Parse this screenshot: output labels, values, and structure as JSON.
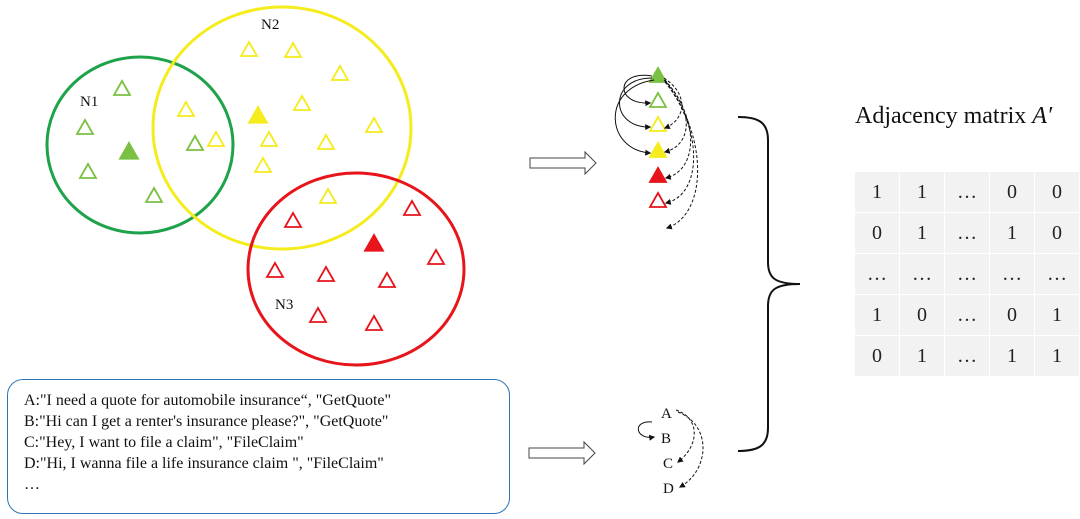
{
  "clusters": [
    {
      "id": "N1",
      "label": "N1",
      "color": "#1fa34a"
    },
    {
      "id": "N2",
      "label": "N2",
      "color": "#f4ec1c"
    },
    {
      "id": "N3",
      "label": "N3",
      "color": "#e8141b"
    }
  ],
  "colors": {
    "n1_triangle": "#7ac143",
    "n2_triangle": "#f4ec1c",
    "n3_triangle": "#e8141b",
    "brace": "#111111",
    "box_border": "#2e75b6"
  },
  "edge_letters": [
    "A",
    "B",
    "C",
    "D"
  ],
  "matrix": {
    "title_text": "Adjacency matrix ",
    "title_symbol": "A′",
    "rows": [
      [
        "1",
        "1",
        "…",
        "0",
        "0"
      ],
      [
        "0",
        "1",
        "…",
        "1",
        "0"
      ],
      [
        "…",
        "…",
        "…",
        "…",
        "…"
      ],
      [
        "1",
        "0",
        "…",
        "0",
        "1"
      ],
      [
        "0",
        "1",
        "…",
        "1",
        "1"
      ]
    ]
  },
  "utterances": [
    "A:\"I need a quote for automobile insurance“, \"GetQuote\"",
    "B:\"Hi can I get a renter's insurance please?\", \"GetQuote\"",
    "C:\"Hey, I want to file a claim\", \"FileClaim\"",
    "D:\"Hi, I wanna file a life insurance claim \", \"FileClaim\"",
    "…"
  ]
}
